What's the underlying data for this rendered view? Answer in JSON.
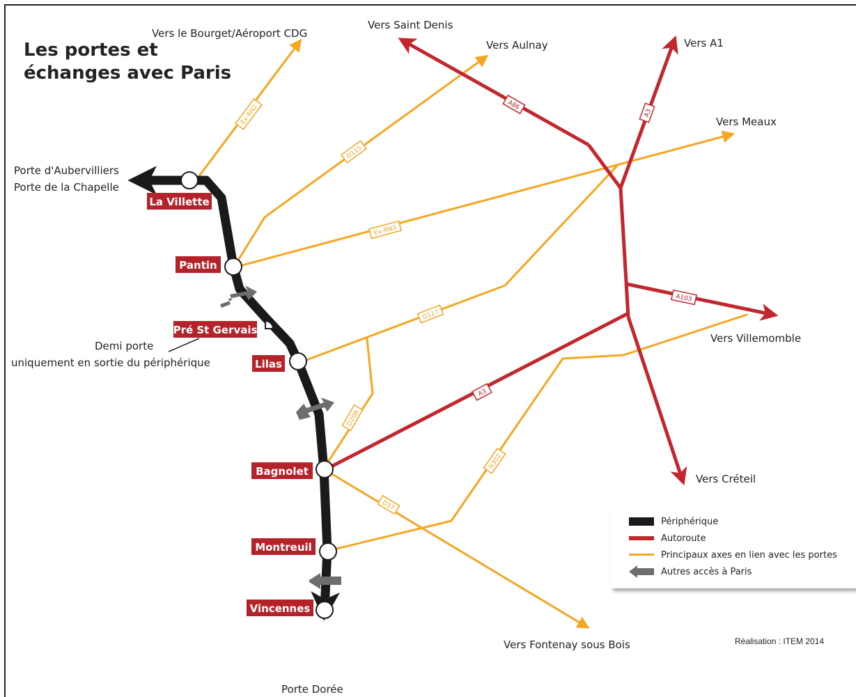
{
  "title": {
    "line1": "Les portes et",
    "line2": "échanges avec Paris"
  },
  "colors": {
    "peripherique": "#1a1a1a",
    "autoroute": "#c1272d",
    "axes": "#f5a623",
    "autres_acces": "#6d6d6d",
    "porte_label_bg": "#b5232a"
  },
  "portes": [
    {
      "id": "la-villette",
      "label": "La Villette"
    },
    {
      "id": "pantin",
      "label": "Pantin"
    },
    {
      "id": "pre-st-gervais",
      "label": "Pré St Gervais"
    },
    {
      "id": "lilas",
      "label": "Lilas"
    },
    {
      "id": "bagnolet",
      "label": "Bagnolet"
    },
    {
      "id": "montreuil",
      "label": "Montreuil"
    },
    {
      "id": "vincennes",
      "label": "Vincennes"
    }
  ],
  "destinations": {
    "bourget": "Vers le Bourget/Aéroport CDG",
    "saint_denis": "Vers Saint Denis",
    "aulnay": "Vers Aulnay",
    "a1": "Vers A1",
    "meaux": "Vers Meaux",
    "villemomble": "Vers Villemomble",
    "creteil": "Vers Créteil",
    "fontenay": "Vers Fontenay sous Bois",
    "porte_doree": "Porte Dorée",
    "aubervilliers": "Porte d'Aubervilliers",
    "chapelle": "Porte de la Chapelle"
  },
  "demi_porte": {
    "line1": "Demi porte",
    "line2": "uniquement en sortie du périphérique"
  },
  "road_labels": {
    "ex_rn2": "Ex-RN2",
    "d115": "D115",
    "ex_rn3": "Ex-RN3",
    "d117": "D117",
    "d20b": "D20B",
    "d37": "D37",
    "n302": "N302",
    "a86": "A86",
    "a3_north": "A3",
    "a103": "A103",
    "a3_south": "A3"
  },
  "legend": {
    "peripherique": "Périphérique",
    "autoroute": "Autoroute",
    "axes": "Principaux axes en lien avec les portes",
    "autres": "Autres accès à Paris"
  },
  "credit": "Réalisation : ITEM 2014"
}
